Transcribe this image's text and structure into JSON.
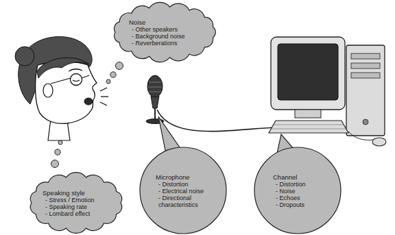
{
  "diagram": {
    "nodes": [
      {
        "text": [
          "Noise",
          "- Other speakers",
          "- Background noise",
          "- Reverberations"
        ]
      },
      {
        "text": [
          "Speaking style",
          "- Stress / Emotion",
          "- Speaking rate",
          "- Lombard effect"
        ]
      },
      {
        "text": [
          "Microphone",
          "- Distortion",
          "- Electrical noise",
          "- Directional characteristics"
        ]
      },
      {
        "text": [
          "Channel",
          "- Distortion",
          "- Noise",
          "- Echoes",
          "- Dropouts"
        ]
      }
    ],
    "edges": []
  }
}
